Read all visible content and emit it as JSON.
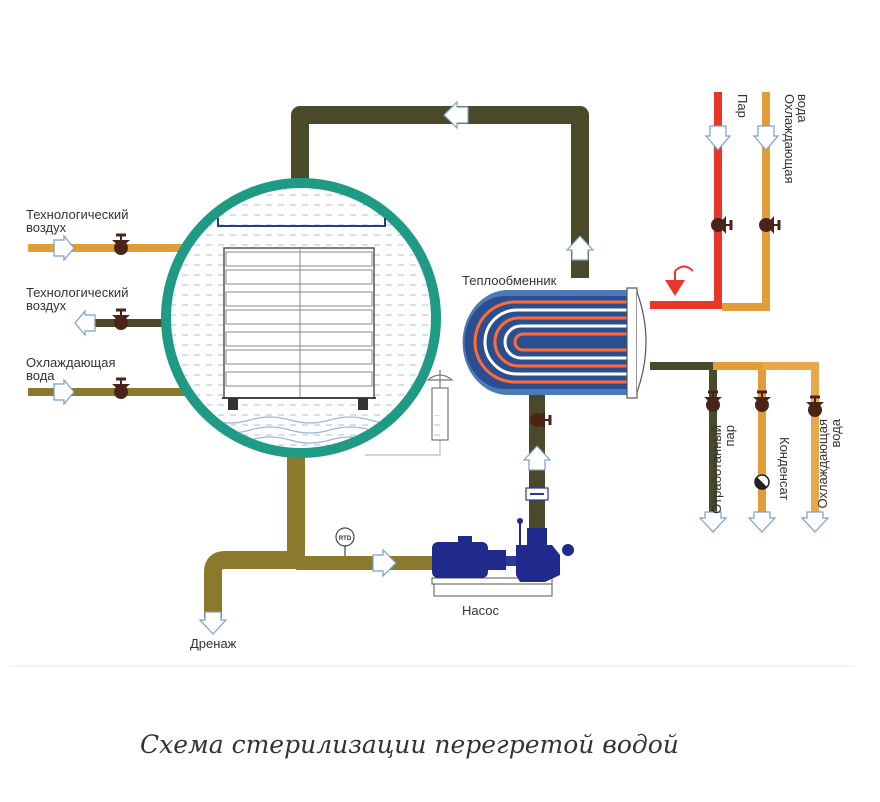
{
  "labels": {
    "process_air_in": [
      "Технологический",
      "воздух"
    ],
    "process_air_out": [
      "Технологический",
      "воздух"
    ],
    "cooling_water_in": [
      "Охлаждающая",
      "вода"
    ],
    "heat_exchanger": "Теплообменник",
    "steam": "Пар",
    "cooling_water_top": [
      "Охлаждающая",
      "вода"
    ],
    "spent_steam": [
      "Отработанный",
      "пар"
    ],
    "condensate": "Конденсат",
    "cooling_water_out": [
      "Охлаждающая",
      "вода"
    ],
    "pump": "Насос",
    "drain": "Дренаж",
    "rtd": "RTD"
  },
  "caption": "Схема стерилизации перегретой водой",
  "colors": {
    "dark_pipe": "#4a4a2a",
    "olive_pipe": "#8b7a2e",
    "orange_pipe": "#e39c3a",
    "steam_pipe": "#e8362b",
    "vessel_ring": "#1f9a84",
    "pump_blue": "#1f2a8c",
    "valve": "#4a2419",
    "arrow_fill": "#ffffff",
    "arrow_stroke": "#7aa0c8"
  }
}
